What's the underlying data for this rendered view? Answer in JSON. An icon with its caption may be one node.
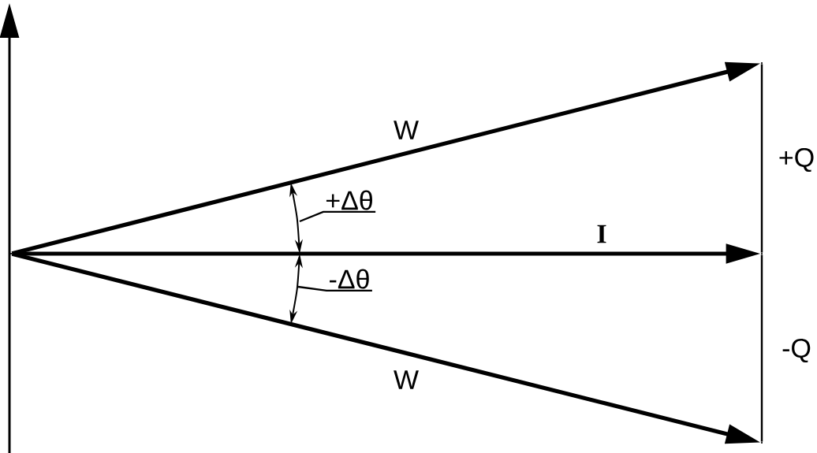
{
  "diagram": {
    "nodes": [
      {
        "text": [],
        "shape": "point"
      },
      {
        "text": [],
        "shape": "point"
      },
      {
        "text": [],
        "shape": "point"
      },
      {
        "text": [],
        "shape": "point"
      },
      {
        "text": [
          "+Δθ"
        ]
      },
      {
        "text": [
          "-Δθ"
        ]
      }
    ],
    "edges": [
      {
        "from": 0,
        "to": 1,
        "arrow": "to",
        "label": "W",
        "style": "thick"
      },
      {
        "from": 0,
        "to": 2,
        "arrow": "to",
        "label": "I",
        "style": "thick"
      },
      {
        "from": 0,
        "to": 3,
        "arrow": "to",
        "label": "W",
        "style": "thick"
      },
      {
        "from": 1,
        "to": 2,
        "arrow": "none",
        "label": "+Q"
      },
      {
        "from": 2,
        "to": 3,
        "arrow": "none",
        "label": "-Q"
      },
      {
        "from": 4,
        "to": null,
        "arrow": "none"
      },
      {
        "from": 5,
        "to": null,
        "arrow": "none"
      }
    ]
  }
}
